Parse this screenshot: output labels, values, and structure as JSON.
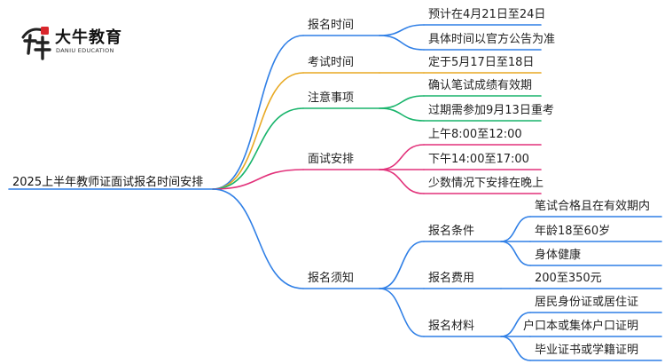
{
  "logo": {
    "name": "大牛教育",
    "sub": "DANIU EDUCATION"
  },
  "root": "2025上半年教师证面试报名时间安排",
  "branches": [
    {
      "label": "报名时间",
      "color": "#2f7fe6",
      "leaves": [
        "预计在4月21日至24日",
        "具体时间以官方公告为准"
      ]
    },
    {
      "label": "考试时间",
      "color": "#e8a923",
      "leaves": [
        "定于5月17日至18日"
      ]
    },
    {
      "label": "注意事项",
      "color": "#18b46b",
      "leaves": [
        "确认笔试成绩有效期",
        "过期需参加9月13日重考"
      ]
    },
    {
      "label": "面试安排",
      "color": "#e2317a",
      "leaves": [
        "上午8:00至12:00",
        "下午14:00至17:00",
        "少数情况下安排在晚上"
      ]
    },
    {
      "label": "报名须知",
      "color": "#2f7fe6",
      "subs": [
        {
          "label": "报名条件",
          "leaves": [
            "笔试合格且在有效期内",
            "年龄18至60岁",
            "身体健康"
          ]
        },
        {
          "label": "报名费用",
          "leaves": [
            "200至350元"
          ]
        },
        {
          "label": "报名材料",
          "leaves": [
            "居民身份证或居住证",
            "户口本或集体户口证明",
            "毕业证书或学籍证明"
          ]
        }
      ]
    }
  ]
}
